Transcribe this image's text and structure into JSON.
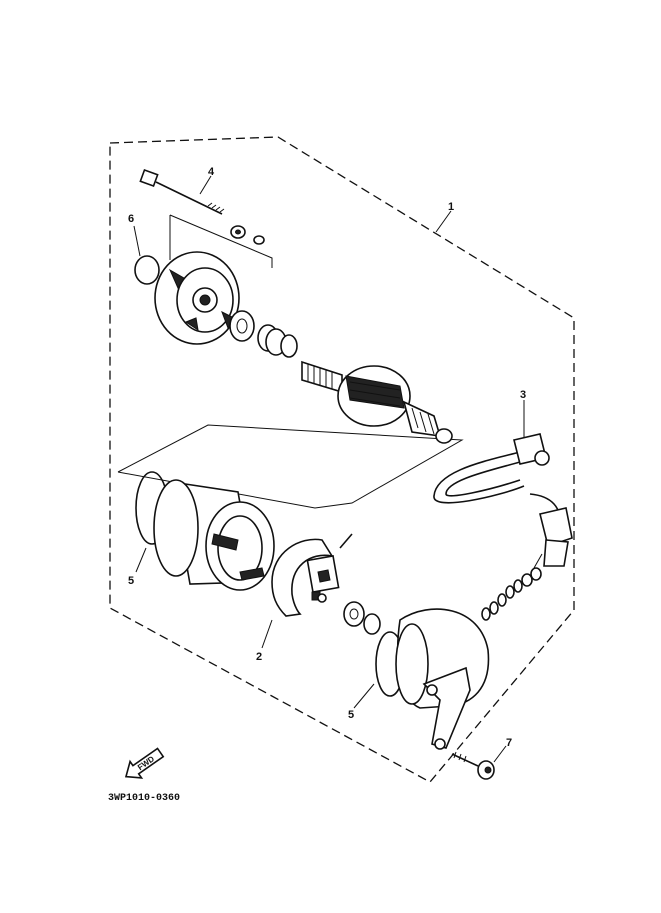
{
  "callouts": [
    {
      "id": "1",
      "label": "1"
    },
    {
      "id": "2",
      "label": "2"
    },
    {
      "id": "3",
      "label": "3"
    },
    {
      "id": "4",
      "label": "4"
    },
    {
      "id": "5a",
      "label": "5"
    },
    {
      "id": "5b",
      "label": "5"
    },
    {
      "id": "6",
      "label": "6"
    },
    {
      "id": "7",
      "label": "7"
    }
  ],
  "fwd_label": "FWD",
  "diagram_code": "3WP1010-0360"
}
